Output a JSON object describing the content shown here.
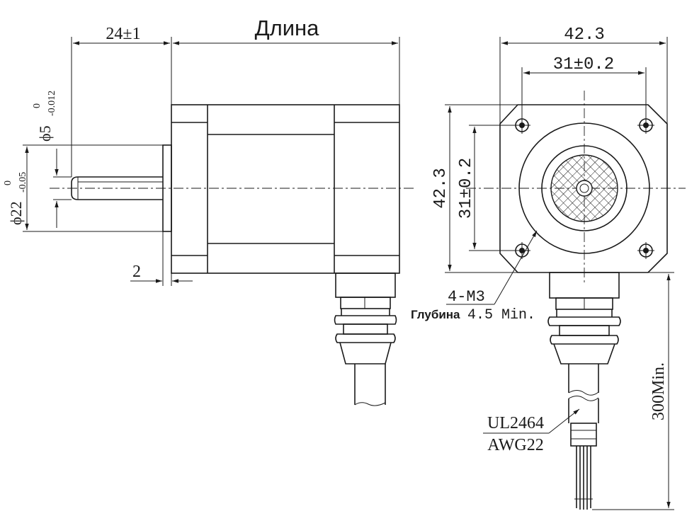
{
  "labels": {
    "length_title": "Длина",
    "shaft_length": "24±1",
    "shaft_dia_sym": "ϕ5",
    "shaft_dia_tol_upper": "0",
    "shaft_dia_tol_lower": "-0.012",
    "boss_dia_sym": "ϕ22",
    "boss_dia_tol_upper": "0",
    "boss_dia_tol_lower": "-0.05",
    "flange_thickness": "2",
    "width_top": "42.3",
    "hole_spacing_top": "31±0.2",
    "height_side": "42.3",
    "hole_spacing_side": "31±0.2",
    "thread": "4-M3",
    "depth_word": "Глубина",
    "depth_value": "4.5 Min.",
    "cable_type": "UL2464",
    "cable_gauge": "AWG22",
    "lead_length": "300Min."
  },
  "colors": {
    "line": "#1a1a1a",
    "background": "#ffffff"
  }
}
